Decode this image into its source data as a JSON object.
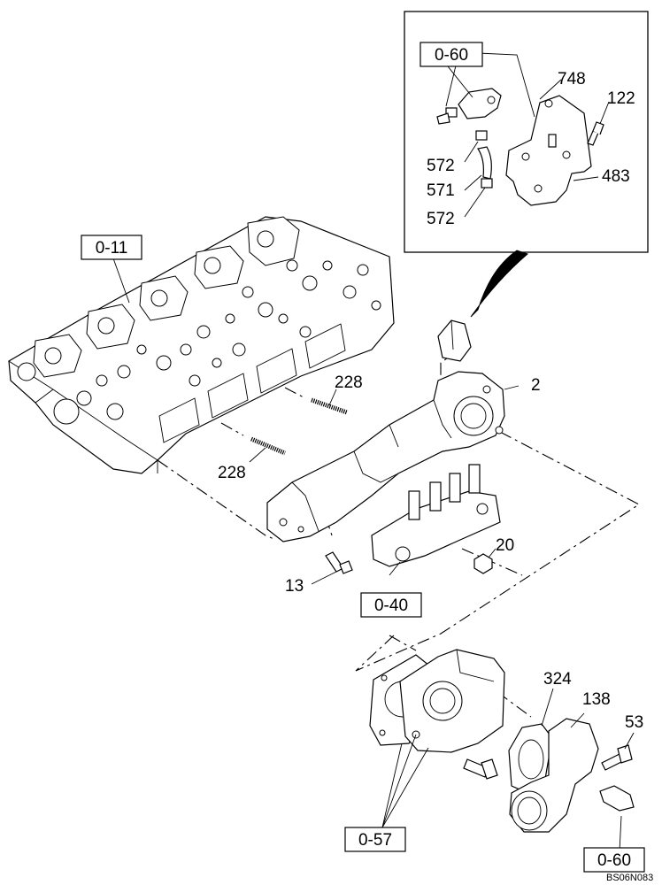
{
  "labels": {
    "ref_0_60_top": "0-60",
    "ref_0_11": "0-11",
    "ref_0_40": "0-40",
    "ref_0_57": "0-57",
    "ref_0_60_bottom": "0-60",
    "p748": "748",
    "p122": "122",
    "p572a": "572",
    "p571": "571",
    "p572b": "572",
    "p483": "483",
    "p2": "2",
    "p228a": "228",
    "p228b": "228",
    "p20": "20",
    "p13": "13",
    "p324": "324",
    "p138": "138",
    "p53": "53"
  },
  "drawing_code": "BS06N083"
}
